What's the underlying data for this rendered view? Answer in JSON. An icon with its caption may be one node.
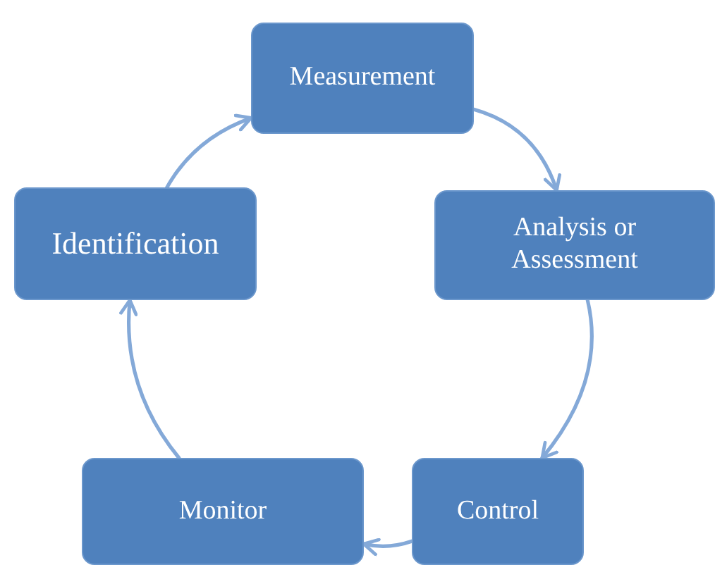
{
  "diagram": {
    "nodes": [
      {
        "text": [
          "Measurement"
        ]
      },
      {
        "text": [
          "Analysis or Assessment"
        ]
      },
      {
        "text": [
          "Control"
        ]
      },
      {
        "text": [
          "Monitor"
        ]
      },
      {
        "text": [
          "Identification"
        ]
      }
    ],
    "edges": [
      {
        "from": 4,
        "to": 0,
        "arrow": "to"
      },
      {
        "from": 0,
        "to": 1,
        "arrow": "to"
      },
      {
        "from": 1,
        "to": 2,
        "arrow": "to"
      },
      {
        "from": 2,
        "to": 3,
        "arrow": "to"
      },
      {
        "from": 3,
        "to": 4,
        "arrow": "to"
      }
    ]
  }
}
